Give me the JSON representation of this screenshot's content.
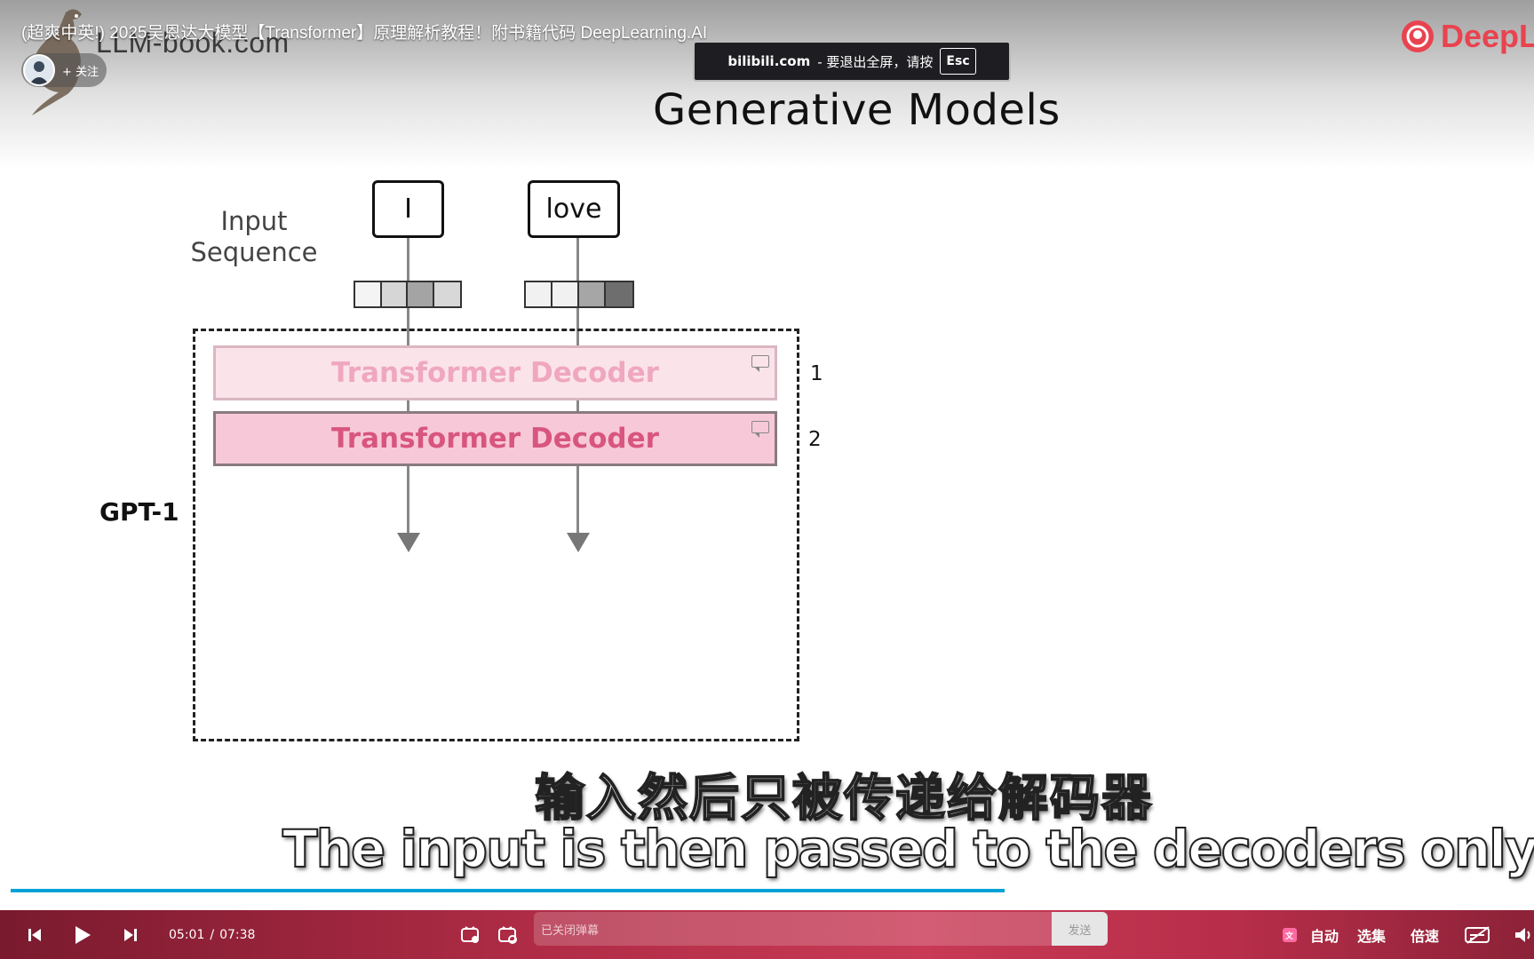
{
  "video": {
    "title": "(超爽中英!) 2025吴恩达大模型【Transformer】原理解析教程！附书籍代码 DeepLearning.AI",
    "watermark": "LLM-book.com",
    "follow_label": "+ 关注"
  },
  "fullscreen_hint": {
    "site": "bilibili.com",
    "message": "- 要退出全屏，请按",
    "key": "Esc"
  },
  "brand": {
    "name": "DeepL"
  },
  "slide": {
    "title": "Generative Models",
    "input_sequence_line1": "Input",
    "input_sequence_line2": "Sequence",
    "tokens": [
      "I",
      "love"
    ],
    "decoder_label_1": "Transformer Decoder",
    "decoder_label_2": "Transformer Decoder",
    "layer_1": "1",
    "layer_2": "2",
    "model_label": "GPT-1",
    "vector_1_shades": [
      "#f4f4f4",
      "#d6d6d6",
      "#a4a4a4",
      "#d8d8d8"
    ],
    "vector_2_shades": [
      "#f1f1f1",
      "#f1f1f1",
      "#a6a6a6",
      "#6e6e6e"
    ]
  },
  "subtitles": {
    "chinese": "输入然后只被传递给解码器",
    "english": "The input is then passed to the decoders only,"
  },
  "player": {
    "current_time": "05:01",
    "separator": "/",
    "duration": "07:38",
    "progress": 0.657,
    "danmaku_placeholder": "已关闭弹幕",
    "send_label": "发送",
    "auto_label": "自动",
    "episodes_label": "选集",
    "speed_label": "倍速",
    "accent_color": "#00a1d6"
  }
}
